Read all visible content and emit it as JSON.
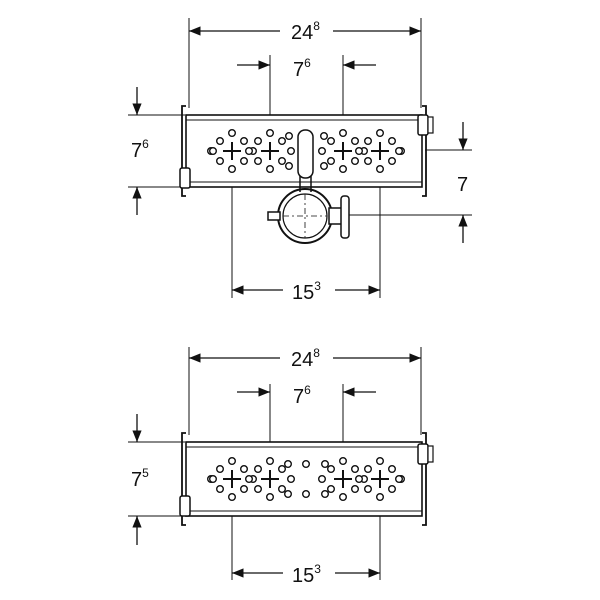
{
  "top_view": {
    "dim_overall_width": {
      "main": "24",
      "sup": "8"
    },
    "dim_inner_width": {
      "main": "7",
      "sup": "6"
    },
    "dim_height": {
      "main": "7",
      "sup": "6"
    },
    "dim_pipe_offset": {
      "main": "7",
      "sup": ""
    },
    "dim_bottom_width": {
      "main": "15",
      "sup": "3"
    }
  },
  "bottom_view": {
    "dim_overall_width": {
      "main": "24",
      "sup": "8"
    },
    "dim_inner_width": {
      "main": "7",
      "sup": "6"
    },
    "dim_height": {
      "main": "7",
      "sup": "5"
    },
    "dim_bottom_width": {
      "main": "15",
      "sup": "3"
    }
  },
  "colors": {
    "line": "#111111",
    "background": "#ffffff"
  }
}
